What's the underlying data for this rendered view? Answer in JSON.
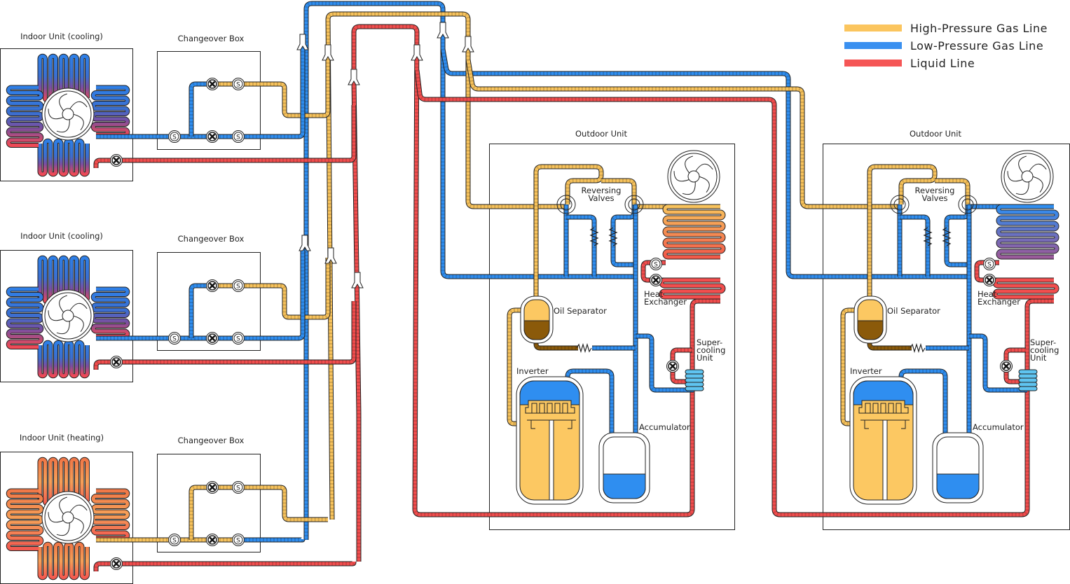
{
  "legend": {
    "items": [
      {
        "label": "High-Pressure Gas Line",
        "color": "#fbc55e"
      },
      {
        "label": "Low-Pressure Gas Line",
        "color": "#3a90f0"
      },
      {
        "label": "Liquid Line",
        "color": "#f55656"
      }
    ]
  },
  "indoor_units": [
    {
      "title": "Indoor Unit (cooling)",
      "mode": "cooling"
    },
    {
      "title": "Indoor Unit (cooling)",
      "mode": "cooling"
    },
    {
      "title": "Indoor Unit (heating)",
      "mode": "heating"
    }
  ],
  "changeover_boxes": [
    {
      "title": "Changeover Box"
    },
    {
      "title": "Changeover Box"
    },
    {
      "title": "Changeover Box"
    }
  ],
  "outdoor_units": [
    {
      "title": "Outdoor Unit",
      "labels": {
        "reversing_1": "Reversing",
        "reversing_2": "Valves",
        "oil_separator": "Oil Separator",
        "heat_exchanger_1": "Heat",
        "heat_exchanger_2": "Exchanger",
        "supercooling_1": "Super-",
        "supercooling_2": "cooling",
        "supercooling_3": "Unit",
        "inverter": "Inverter",
        "accumulator": "Accumulator"
      },
      "heat_exchanger": "condenser"
    },
    {
      "title": "Outdoor Unit",
      "labels": {
        "reversing_1": "Reversing",
        "reversing_2": "Valves",
        "oil_separator": "Oil Separator",
        "heat_exchanger_1": "Heat",
        "heat_exchanger_2": "Exchanger",
        "supercooling_1": "Super-",
        "supercooling_2": "cooling",
        "supercooling_3": "Unit",
        "inverter": "Inverter",
        "accumulator": "Accumulator"
      },
      "heat_exchanger": "evaporator"
    }
  ],
  "valve_symbols": {
    "solenoid": "S",
    "expansion": "x-valve-icon"
  },
  "colors": {
    "high_pressure": "#f8c35c",
    "low_pressure": "#2f8ef0",
    "liquid": "#f24e4e",
    "oil": "#8b5a0a",
    "supercool": "#5fc4f0"
  }
}
